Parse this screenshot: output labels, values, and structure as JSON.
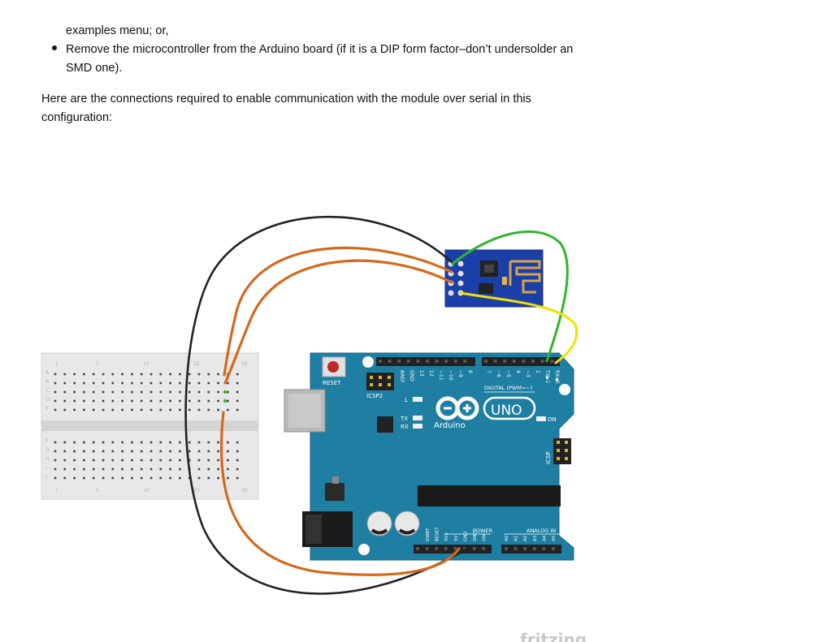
{
  "doc": {
    "continued_line": "examples menu; or,",
    "bullet": "Remove the microcontroller from the Arduino board (if it is a DIP form factor–don’t undersolder an SMD one).",
    "paragraph": "Here are the connections required to enable communication with the module over serial in this configuration:"
  },
  "figure": {
    "breadboard_col_labels_top": [
      "1",
      "5",
      "10",
      "15",
      "20"
    ],
    "breadboard_col_labels_bottom": [
      "1",
      "5",
      "10",
      "15",
      "20"
    ],
    "breadboard_row_labels_top": [
      "A",
      "B",
      "C",
      "D",
      "E"
    ],
    "breadboard_row_labels_bottom": [
      "F",
      "G",
      "H",
      "I",
      "J"
    ],
    "arduino": {
      "reset": "RESET",
      "icsp2": "ICSP2",
      "l": "L",
      "tx": "TX",
      "rx": "RX",
      "on": "ON",
      "icsp": "ICSP",
      "brand": "Arduino",
      "uno": "UNO",
      "digital": "DIGITAL (PWM=~)",
      "power": "POWER",
      "analog": "ANALOG IN",
      "top_pins": [
        "AREF",
        "GND",
        "13",
        "12",
        "~11",
        "~10",
        "~9",
        "8",
        "7",
        "~6",
        "~5",
        "4",
        "~3",
        "2",
        "TX▶1",
        "RX◀0"
      ],
      "power_pins": [
        "IOREF",
        "RESET",
        "3V3",
        "5V",
        "GND",
        "GND",
        "VIN"
      ],
      "analog_pins": [
        "A0",
        "A1",
        "A2",
        "A3",
        "A4",
        "A5"
      ]
    },
    "credit": "fritzing"
  },
  "colors": {
    "wire_black": "#222222",
    "wire_orange": "#d4691e",
    "wire_green": "#2fb52f",
    "wire_yellow": "#f2e000",
    "arduino_board": "#1f7fa3",
    "esp_board": "#1b3fa8",
    "breadboard": "#e8e8e8"
  }
}
